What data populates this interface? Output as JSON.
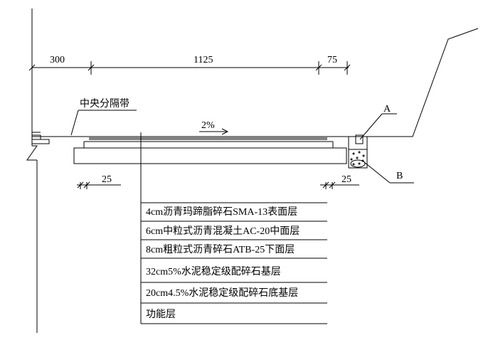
{
  "dimensions": {
    "d1": "300",
    "d2": "1125",
    "d3": "75",
    "left_offset": "25",
    "right_offset": "25"
  },
  "labels": {
    "median": "中央分隔带",
    "slope": "2%",
    "callout_a": "A",
    "callout_b": "B"
  },
  "layers": [
    "4cm沥青玛蹄脂碎石SMA-13表面层",
    "6cm中粒式沥青混凝土AC-20中面层",
    "8cm粗粒式沥青碎石ATB-25下面层",
    "32cm5%水泥稳定级配碎石基层",
    "20cm4.5%水泥稳定级配碎石底基层",
    "功能层"
  ]
}
